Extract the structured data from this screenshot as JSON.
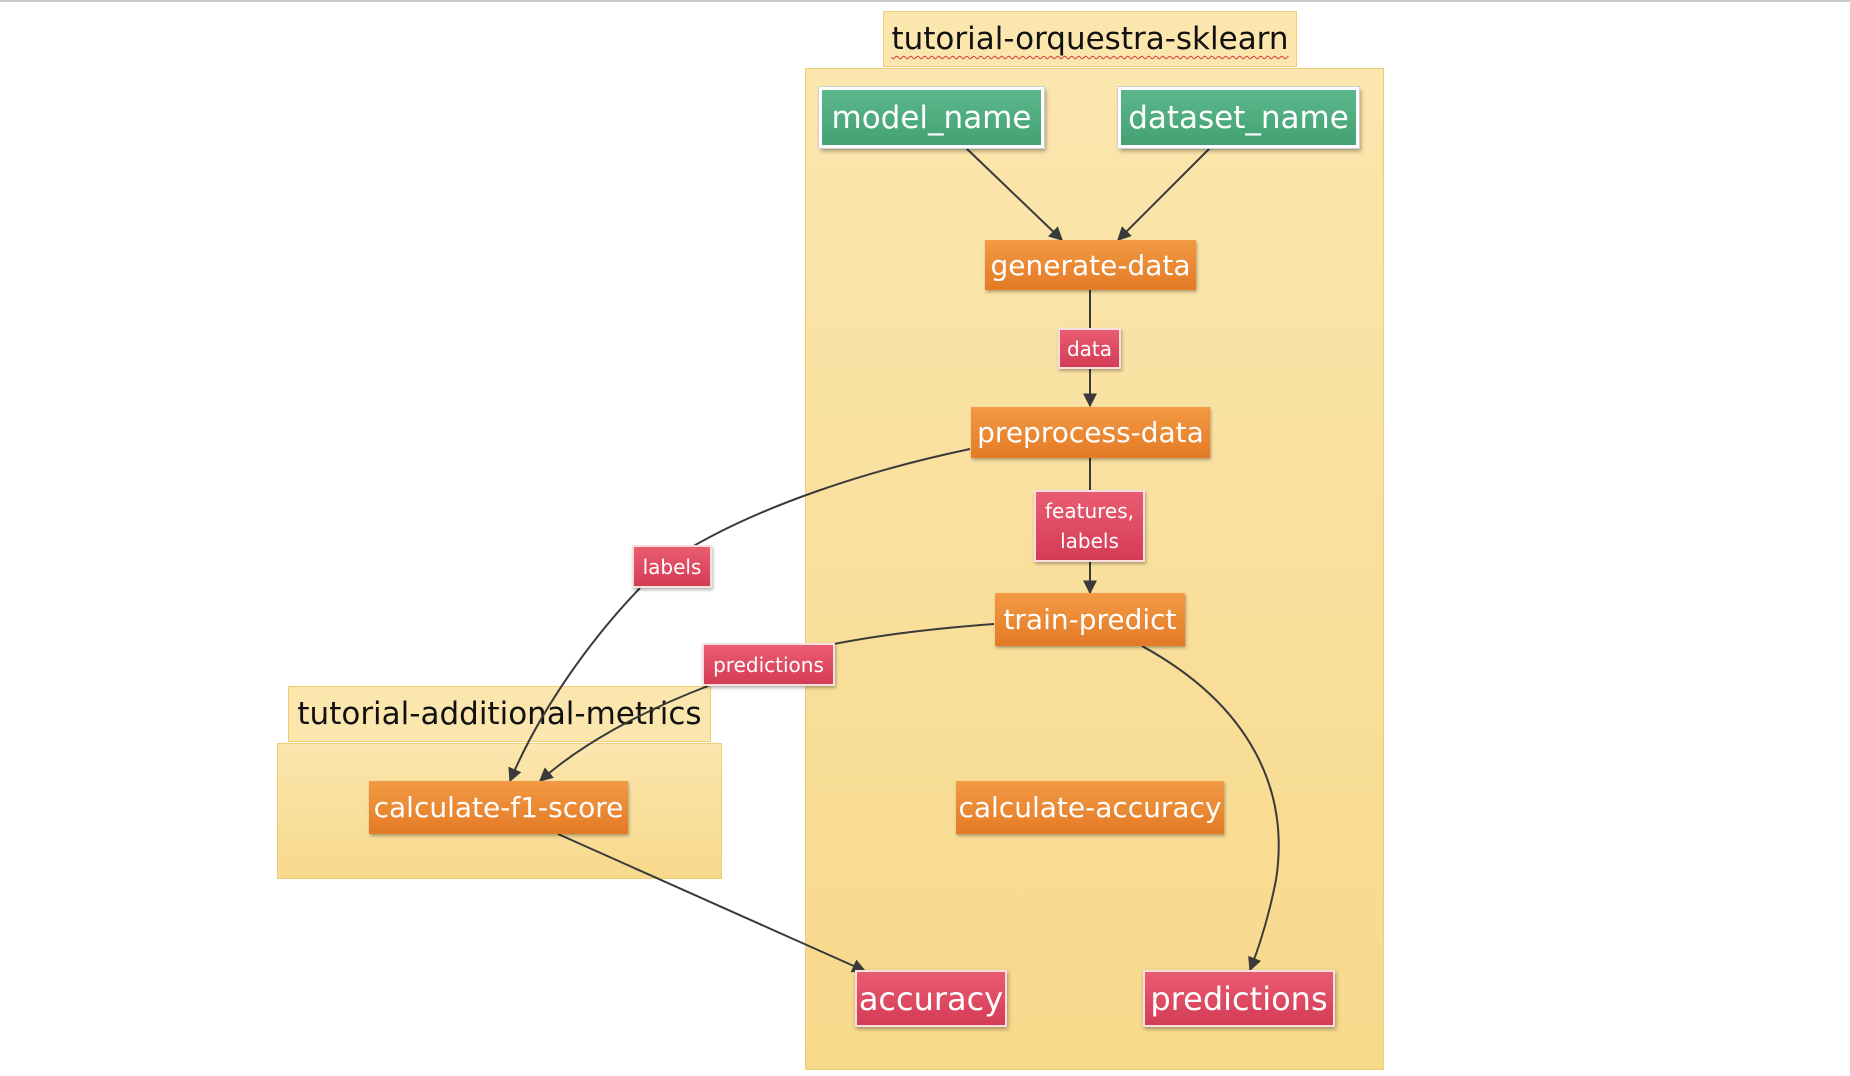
{
  "groups": {
    "sklearn": {
      "title": "tutorial-orquestra-sklearn"
    },
    "metrics": {
      "title": "tutorial-additional-metrics"
    }
  },
  "inputs": {
    "model_name": "model_name",
    "dataset_name": "dataset_name"
  },
  "steps": {
    "generate_data": "generate-data",
    "preprocess_data": "preprocess-data",
    "train_predict": "train-predict",
    "calculate_accuracy": "calculate-accuracy",
    "calculate_f1_score": "calculate-f1-score"
  },
  "artifacts": {
    "data": "data",
    "features_labels": [
      "features,",
      "labels"
    ],
    "labels": "labels",
    "predictions_edge": "predictions"
  },
  "outputs": {
    "accuracy": "accuracy",
    "predictions": "predictions"
  },
  "colors": {
    "group_fill": "#f9dd96",
    "input_green": "#4caa7c",
    "step_orange": "#eb8a35",
    "artifact_red": "#dd4a61",
    "edge": "#3a3a3a"
  }
}
